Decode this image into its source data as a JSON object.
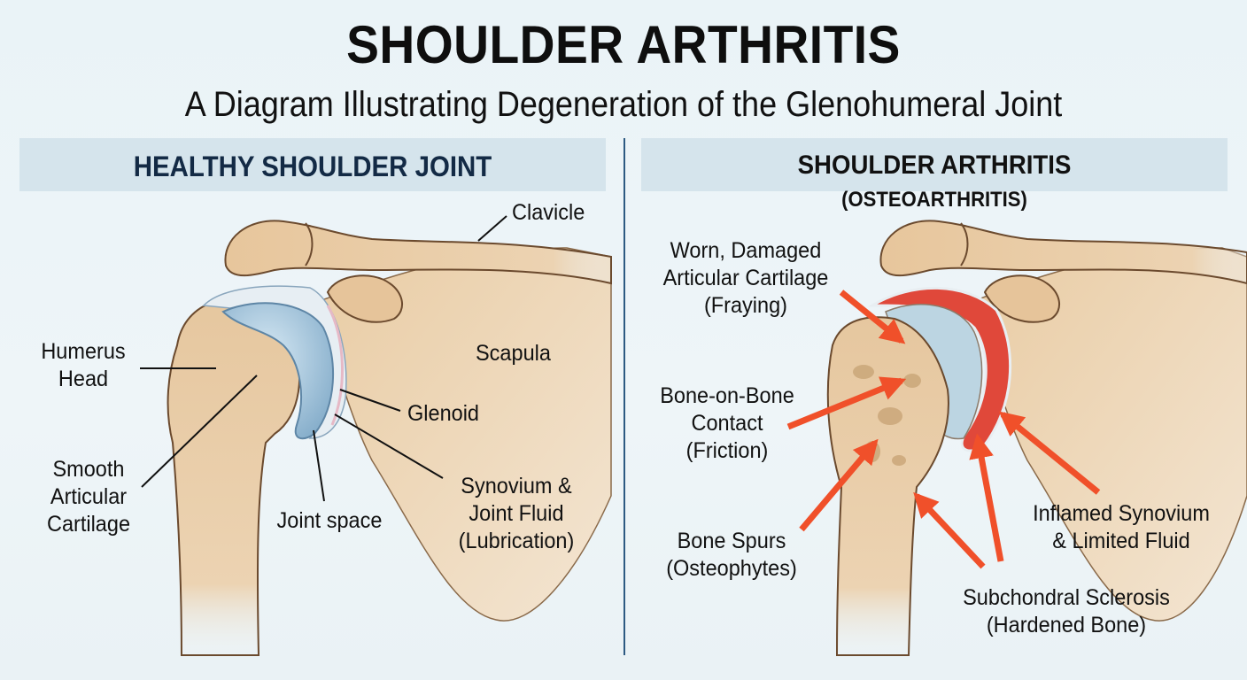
{
  "header": {
    "title": "SHOULDER ARTHRITIS",
    "subtitle": "A Diagram Illustrating Degeneration of the Glenohumeral Joint"
  },
  "panels": {
    "healthy": {
      "title": "HEALTHY SHOULDER JOINT",
      "labels": {
        "clavicle": "Clavicle",
        "humerus_head_1": "Humerus",
        "humerus_head_2": "Head",
        "scapula": "Scapula",
        "glenoid": "Glenoid",
        "cartilage_1": "Smooth",
        "cartilage_2": "Articular",
        "cartilage_3": "Cartilage",
        "joint_space": "Joint space",
        "synovium_1": "Synovium &",
        "synovium_2": "Joint Fluid",
        "synovium_3": "(Lubrication)"
      }
    },
    "arthritis": {
      "title": "SHOULDER ARTHRITIS",
      "subtitle": "(OSTEOARTHRITIS)",
      "labels": {
        "worn_1": "Worn, Damaged",
        "worn_2": "Articular Cartilage",
        "worn_3": "(Fraying)",
        "bone_1": "Bone-on-Bone",
        "bone_2": "Contact",
        "bone_3": "(Friction)",
        "spurs_1": "Bone Spurs",
        "spurs_2": "(Osteophytes)",
        "inflamed_1": "Inflamed Synovium",
        "inflamed_2": "& Limited Fluid",
        "sclerosis_1": "Subchondral Sclerosis",
        "sclerosis_2": "(Hardened Bone)"
      }
    }
  },
  "colors": {
    "bone": "#e8c9a0",
    "bone_outline": "#6b4a2e",
    "cartilage": "#a9cbe0",
    "inflamed": "#e0483a",
    "arrow": "#f0502a",
    "panel_header_bg": "#d5e4ec",
    "divider": "#2d5a82",
    "healthy_title": "#132a45"
  }
}
